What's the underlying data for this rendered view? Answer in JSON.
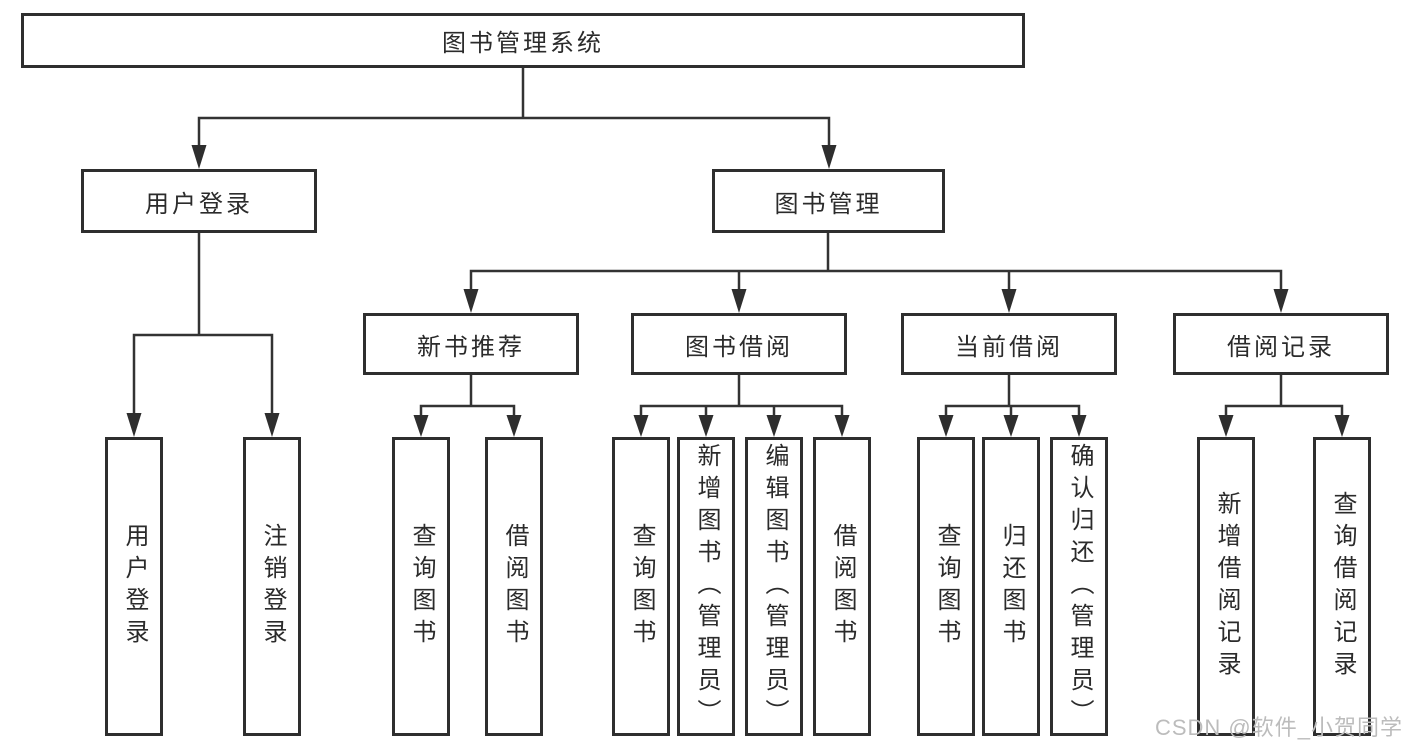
{
  "colors": {
    "background": "#ffffff",
    "box_border": "#2e2e2e",
    "line": "#333333",
    "text": "#2b2b2b",
    "watermark": "#bcbcbc"
  },
  "tree": {
    "label": "图书管理系统",
    "children": [
      {
        "label": "用户登录",
        "children": [
          {
            "label": "用户登录"
          },
          {
            "label": "注销登录"
          }
        ]
      },
      {
        "label": "图书管理",
        "children": [
          {
            "label": "新书推荐",
            "children": [
              {
                "label": "查询图书"
              },
              {
                "label": "借阅图书"
              }
            ]
          },
          {
            "label": "图书借阅",
            "children": [
              {
                "label": "查询图书"
              },
              {
                "label": "新增图书（管理员）"
              },
              {
                "label": "编辑图书（管理员）"
              },
              {
                "label": "借阅图书"
              }
            ]
          },
          {
            "label": "当前借阅",
            "children": [
              {
                "label": "查询图书"
              },
              {
                "label": "归还图书"
              },
              {
                "label": "确认归还（管理员）"
              }
            ]
          },
          {
            "label": "借阅记录",
            "children": [
              {
                "label": "新增借阅记录"
              },
              {
                "label": "查询借阅记录"
              }
            ]
          }
        ]
      }
    ]
  },
  "watermark": {
    "text": "CSDN @软件_小贺同学"
  }
}
